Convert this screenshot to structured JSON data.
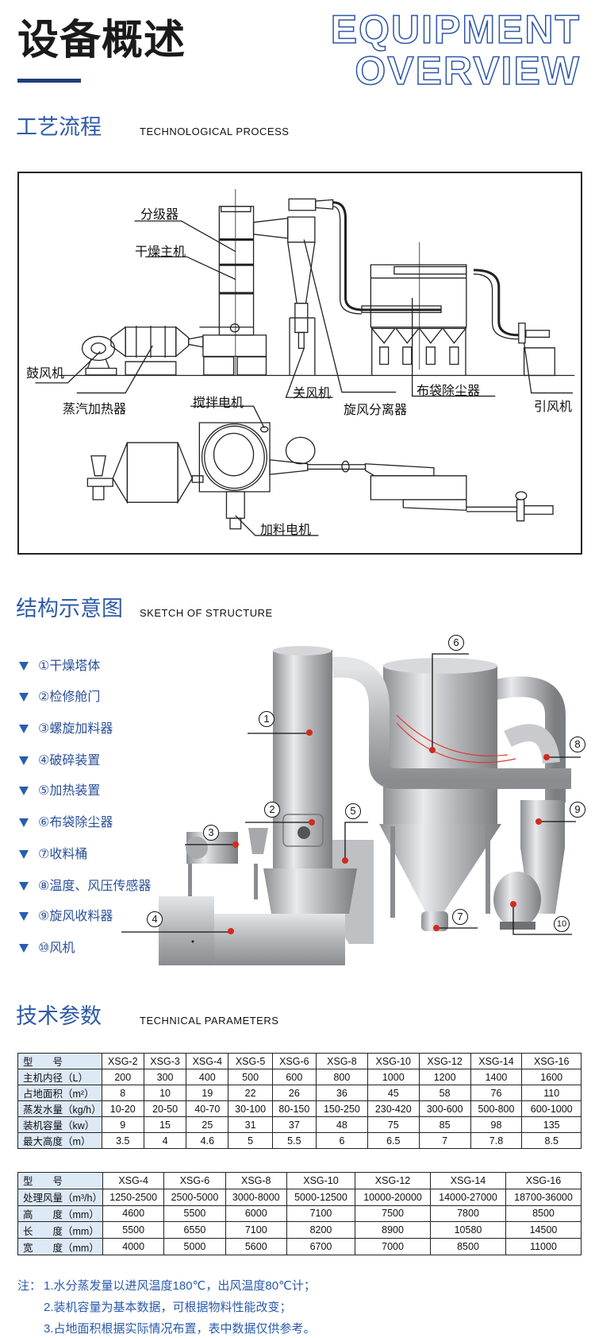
{
  "header": {
    "title": "设备概述",
    "en_line1": "EQUIPMENT",
    "en_line2": "OVERVIEW"
  },
  "process": {
    "title": "工艺流程",
    "subtitle": "TECHNOLOGICAL  PROCESS",
    "labels": {
      "classifier": "分级器",
      "dryer_main": "干燥主机",
      "blower": "鼓风机",
      "steam_heater": "蒸汽加热器",
      "airlock": "关风机",
      "cyclone": "旋风分离器",
      "bag_filter": "布袋除尘器",
      "induced_fan": "引风机",
      "stirring_motor": "搅拌电机",
      "feeding_motor": "加料电机"
    }
  },
  "structure": {
    "title": "结构示意图",
    "subtitle": "SKETCH   OF   STRUCTURE",
    "items": [
      "①干燥塔体",
      "②检修舱门",
      "③螺旋加料器",
      "④破碎装置",
      "⑤加热装置",
      "⑥布袋除尘器",
      "⑦收料桶",
      "⑧温度、风压传感器",
      "⑨旋风收料器",
      "⑩风机"
    ],
    "callouts": [
      "1",
      "2",
      "3",
      "4",
      "5",
      "6",
      "7",
      "8",
      "9",
      "10"
    ]
  },
  "params": {
    "title": "技术参数",
    "subtitle": "TECHNICAL   PARAMETERS",
    "table1": {
      "rows": [
        {
          "label": "型　　号",
          "values": [
            "XSG-2",
            "XSG-3",
            "XSG-4",
            "XSG-5",
            "XSG-6",
            "XSG-8",
            "XSG-10",
            "XSG-12",
            "XSG-14",
            "XSG-16"
          ]
        },
        {
          "label": "主机内径（L）",
          "values": [
            "200",
            "300",
            "400",
            "500",
            "600",
            "800",
            "1000",
            "1200",
            "1400",
            "1600"
          ]
        },
        {
          "label": "占地面积（m²）",
          "values": [
            "8",
            "10",
            "19",
            "22",
            "26",
            "36",
            "45",
            "58",
            "76",
            "110"
          ]
        },
        {
          "label": "蒸发水量（kg/h）",
          "values": [
            "10-20",
            "20-50",
            "40-70",
            "30-100",
            "80-150",
            "150-250",
            "230-420",
            "300-600",
            "500-800",
            "600-1000"
          ]
        },
        {
          "label": "装机容量（kw）",
          "values": [
            "9",
            "15",
            "25",
            "31",
            "37",
            "48",
            "75",
            "85",
            "98",
            "135"
          ]
        },
        {
          "label": "最大高度（m）",
          "values": [
            "3.5",
            "4",
            "4.6",
            "5",
            "5.5",
            "6",
            "6.5",
            "7",
            "7.8",
            "8.5"
          ]
        }
      ]
    },
    "table2": {
      "rows": [
        {
          "label": "型　　号",
          "values": [
            "XSG-4",
            "XSG-6",
            "XSG-8",
            "XSG-10",
            "XSG-12",
            "XSG-14",
            "XSG-16"
          ]
        },
        {
          "label": "处理风量（m³/h）",
          "values": [
            "1250-2500",
            "2500-5000",
            "3000-8000",
            "5000-12500",
            "10000-20000",
            "14000-27000",
            "18700-36000"
          ]
        },
        {
          "label": "高　　度（mm）",
          "values": [
            "4600",
            "5500",
            "6000",
            "7100",
            "7500",
            "7800",
            "8500"
          ]
        },
        {
          "label": "长　　度（mm）",
          "values": [
            "5500",
            "6550",
            "7100",
            "8200",
            "8900",
            "10580",
            "14500"
          ]
        },
        {
          "label": "宽　　度（mm）",
          "values": [
            "4000",
            "5000",
            "5600",
            "6700",
            "7000",
            "8500",
            "11000"
          ]
        }
      ]
    },
    "notes": {
      "prefix": "注：",
      "lines": [
        "1.水分蒸发量以进风温度180℃，出风温度80℃计；",
        "2.装机容量为基本数据，可根据物料性能改变；",
        "3.占地面积根据实际情况布置，表中数据仅供参考。"
      ]
    }
  },
  "colors": {
    "accent": "#2f5ba8",
    "dark_bar": "#1f3f7a",
    "header_cell": "#dde9f6",
    "marker": "#d32a1e"
  }
}
